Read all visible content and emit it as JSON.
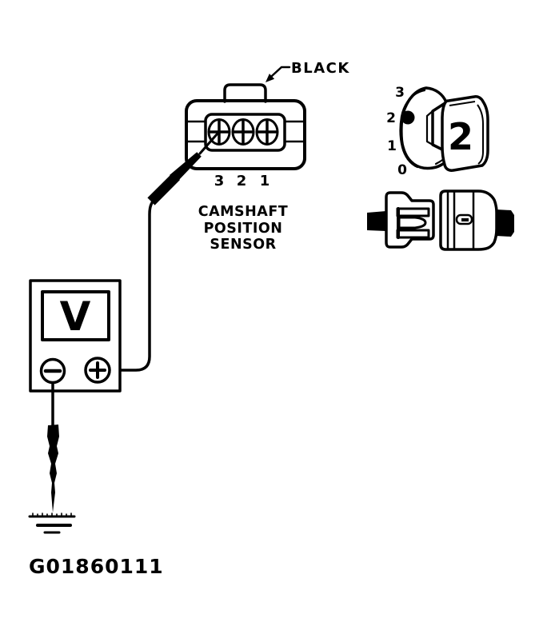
{
  "figure_id": "G01860111",
  "colors": {
    "ink": "#000000",
    "paper": "#ffffff"
  },
  "connector": {
    "wire_label": "BLACK",
    "pin_labels": [
      "3",
      "2",
      "1"
    ],
    "caption": [
      "CAMSHAFT",
      "POSITION",
      "SENSOR"
    ]
  },
  "meter": {
    "display_symbol": "V"
  },
  "dial": {
    "scale_labels": [
      "3",
      "2",
      "1",
      "0"
    ],
    "selected_position": "2"
  }
}
